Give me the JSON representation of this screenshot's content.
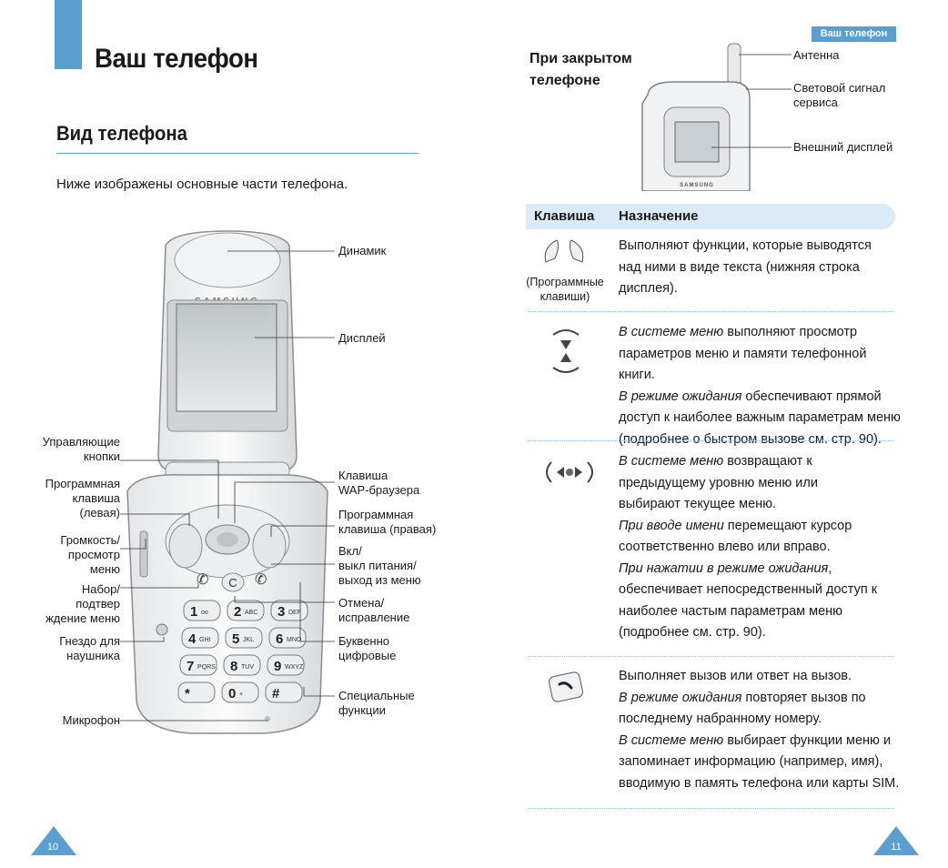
{
  "header": {
    "page_title": "Ваш телефон",
    "section_title": "Вид телефона",
    "intro": "Ниже изображены основные части телефона.",
    "badge": "Ваш телефон"
  },
  "phone_open": {
    "brand": "SAMSUNG",
    "labels": {
      "speaker": "Динамик",
      "display": "Дисплей",
      "nav_keys": [
        "Управляющие",
        "кнопки"
      ],
      "wap_key": [
        "Клавиша",
        "WAP-браузера"
      ],
      "soft_left": [
        "Программная",
        "клавиша",
        "(левая)"
      ],
      "soft_right": [
        "Программная",
        "клавиша (правая)"
      ],
      "volume": [
        "Громкость/",
        "просмотр",
        "меню"
      ],
      "power": [
        "Вкл/",
        "выкл питания/",
        "выход из меню"
      ],
      "dial": [
        "Набор/",
        "подтвер",
        "ждение меню"
      ],
      "cancel": [
        "Отмена/",
        "исправление"
      ],
      "alnum": [
        "Буквенно",
        "цифровые"
      ],
      "headset": [
        "Гнездо для",
        "наушника"
      ],
      "special": [
        "Специальные",
        "функции"
      ],
      "mic": "Микрофон"
    },
    "keys": [
      {
        "digit": "1",
        "sub": "oo"
      },
      {
        "digit": "2",
        "sub": "ABC"
      },
      {
        "digit": "3",
        "sub": "DEF"
      },
      {
        "digit": "4",
        "sub": "GHI"
      },
      {
        "digit": "5",
        "sub": "JKL"
      },
      {
        "digit": "6",
        "sub": "MNO"
      },
      {
        "digit": "7",
        "sub": "PQRS"
      },
      {
        "digit": "8",
        "sub": "TUV"
      },
      {
        "digit": "9",
        "sub": "WXYZ"
      },
      {
        "digit": "*",
        "sub": ""
      },
      {
        "digit": "0",
        "sub": "+"
      },
      {
        "digit": "#",
        "sub": ""
      }
    ],
    "c_key": "C"
  },
  "phone_closed": {
    "title": [
      "При закрытом",
      "телефоне"
    ],
    "brand": "SAMSUNG",
    "labels": {
      "antenna": "Антенна",
      "service_light": [
        "Световой сигнал",
        "сервиса"
      ],
      "external_display": "Внешний дисплей"
    }
  },
  "table": {
    "col_key": "Клавиша",
    "col_purpose": "Назначение",
    "soft_keys_label": [
      "(Программные",
      "клавиши)"
    ],
    "rows": [
      {
        "lines": [
          [
            {
              "t": "Выполняют функции, которые выводятся",
              "i": false
            }
          ],
          [
            {
              "t": "над ними в виде текста (нижняя строка",
              "i": false
            }
          ],
          [
            {
              "t": "дисплея).",
              "i": false
            }
          ]
        ]
      },
      {
        "lines": [
          [
            {
              "t": "В системе меню",
              "i": true
            },
            {
              "t": " выполняют просмотр",
              "i": false
            }
          ],
          [
            {
              "t": "параметров меню и памяти телефонной книги.",
              "i": false
            }
          ],
          [
            {
              "t": "В режиме ожидания",
              "i": true
            },
            {
              "t": " обеспечивают прямой",
              "i": false
            }
          ],
          [
            {
              "t": "доступ к наиболее важным параметрам меню",
              "i": false
            }
          ],
          [
            {
              "t": "(подробнее о быстром вызове см. стр. 90).",
              "i": false
            }
          ]
        ]
      },
      {
        "lines": [
          [
            {
              "t": "В системе меню",
              "i": true
            },
            {
              "t": " возвращают к",
              "i": false
            }
          ],
          [
            {
              "t": "предыдущему уровню меню или",
              "i": false
            }
          ],
          [
            {
              "t": "выбирают текущее меню.",
              "i": false
            }
          ],
          [
            {
              "t": "При вводе имени",
              "i": true
            },
            {
              "t": " перемещают курсор",
              "i": false
            }
          ],
          [
            {
              "t": "соответственно влево или вправо.",
              "i": false
            }
          ],
          [
            {
              "t": "При нажатии в режиме ожидания",
              "i": true
            },
            {
              "t": ",",
              "i": false
            }
          ],
          [
            {
              "t": "обеспечивает непосредственный доступ к",
              "i": false
            }
          ],
          [
            {
              "t": "наиболее частым параметрам меню",
              "i": false
            }
          ],
          [
            {
              "t": "(подробнее см. стр. 90).",
              "i": false
            }
          ]
        ]
      },
      {
        "lines": [
          [
            {
              "t": "Выполняет вызов или ответ на вызов.",
              "i": false
            }
          ],
          [
            {
              "t": "В режиме ожидания",
              "i": true
            },
            {
              "t": " повторяет вызов по",
              "i": false
            }
          ],
          [
            {
              "t": "последнему набранному номеру.",
              "i": false
            }
          ],
          [
            {
              "t": "В системе меню",
              "i": true
            },
            {
              "t": " выбирает функции меню и",
              "i": false
            }
          ],
          [
            {
              "t": "запоминает информацию (например, имя),",
              "i": false
            }
          ],
          [
            {
              "t": "вводимую в память телефона или карты SIM.",
              "i": false
            }
          ]
        ]
      }
    ]
  },
  "footer": {
    "page_left": "10",
    "page_right": "11"
  },
  "colors": {
    "accent": "#5a9fcf",
    "table_header": "#dbeaf7"
  }
}
